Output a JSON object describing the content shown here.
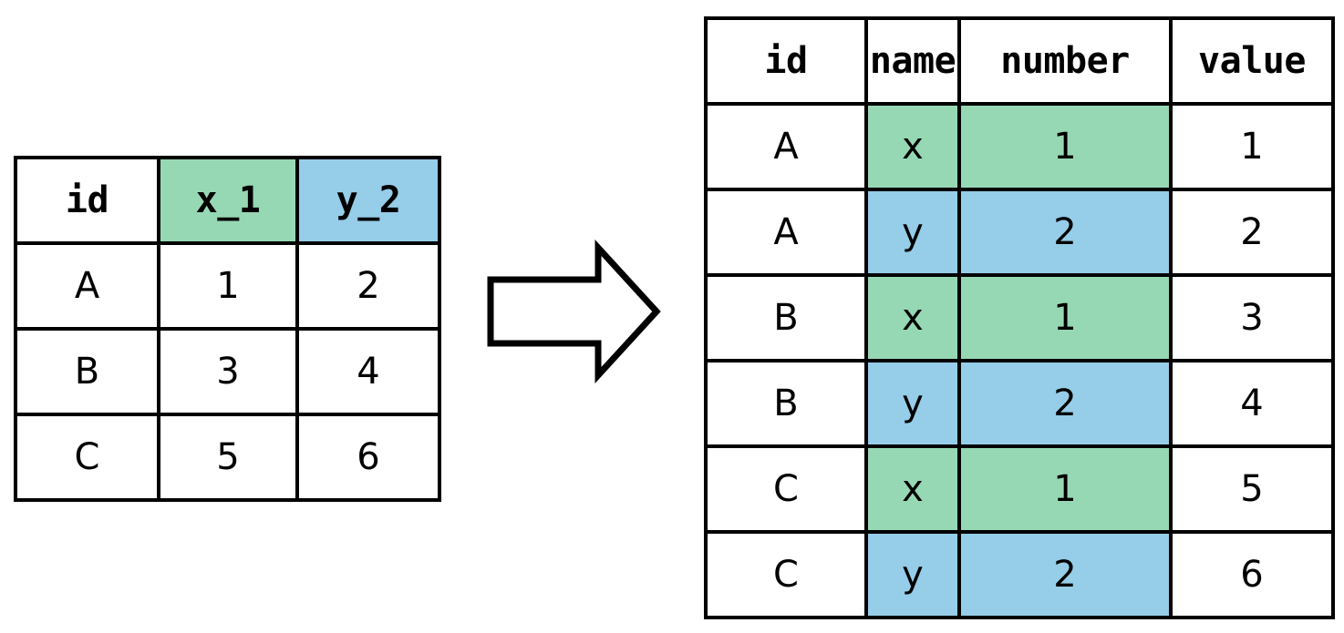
{
  "diagram": {
    "title": "pivot-longer-transformation",
    "arrow": {
      "name": "right-arrow",
      "direction": "right"
    },
    "colors": {
      "green": "#96d8b4",
      "blue": "#96cde8",
      "border": "#000000",
      "background": "#ffffff"
    }
  },
  "wide_table": {
    "name": "wide-table",
    "headers": [
      {
        "text": "id",
        "fill": "none"
      },
      {
        "text": "x_1",
        "fill": "green"
      },
      {
        "text": "y_2",
        "fill": "blue"
      }
    ],
    "rows": [
      [
        {
          "text": "A",
          "fill": "none"
        },
        {
          "text": "1",
          "fill": "none"
        },
        {
          "text": "2",
          "fill": "none"
        }
      ],
      [
        {
          "text": "B",
          "fill": "none"
        },
        {
          "text": "3",
          "fill": "none"
        },
        {
          "text": "4",
          "fill": "none"
        }
      ],
      [
        {
          "text": "C",
          "fill": "none"
        },
        {
          "text": "5",
          "fill": "none"
        },
        {
          "text": "6",
          "fill": "none"
        }
      ]
    ]
  },
  "long_table": {
    "name": "long-table",
    "headers": [
      {
        "text": "id",
        "fill": "none"
      },
      {
        "text": "name",
        "fill": "none"
      },
      {
        "text": "number",
        "fill": "none"
      },
      {
        "text": "value",
        "fill": "none"
      }
    ],
    "rows": [
      [
        {
          "text": "A",
          "fill": "none"
        },
        {
          "text": "x",
          "fill": "green"
        },
        {
          "text": "1",
          "fill": "green"
        },
        {
          "text": "1",
          "fill": "none"
        }
      ],
      [
        {
          "text": "A",
          "fill": "none"
        },
        {
          "text": "y",
          "fill": "blue"
        },
        {
          "text": "2",
          "fill": "blue"
        },
        {
          "text": "2",
          "fill": "none"
        }
      ],
      [
        {
          "text": "B",
          "fill": "none"
        },
        {
          "text": "x",
          "fill": "green"
        },
        {
          "text": "1",
          "fill": "green"
        },
        {
          "text": "3",
          "fill": "none"
        }
      ],
      [
        {
          "text": "B",
          "fill": "none"
        },
        {
          "text": "y",
          "fill": "blue"
        },
        {
          "text": "2",
          "fill": "blue"
        },
        {
          "text": "4",
          "fill": "none"
        }
      ],
      [
        {
          "text": "C",
          "fill": "none"
        },
        {
          "text": "x",
          "fill": "green"
        },
        {
          "text": "1",
          "fill": "green"
        },
        {
          "text": "5",
          "fill": "none"
        }
      ],
      [
        {
          "text": "C",
          "fill": "none"
        },
        {
          "text": "y",
          "fill": "blue"
        },
        {
          "text": "2",
          "fill": "blue"
        },
        {
          "text": "6",
          "fill": "none"
        }
      ]
    ]
  }
}
